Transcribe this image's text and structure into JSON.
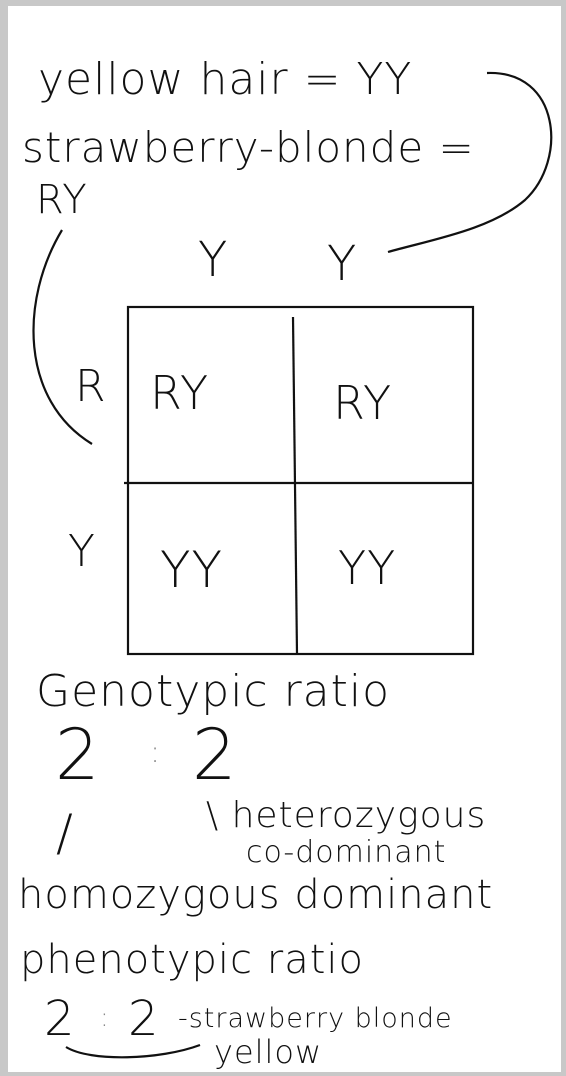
{
  "header": {
    "line1": "yellow hair = YY",
    "line2": "strawberry-blonde =",
    "line3": "RY"
  },
  "punnett": {
    "col_labels": [
      "Y",
      "Y"
    ],
    "row_labels": [
      "R",
      "Y"
    ],
    "cells": [
      [
        "RY",
        "RY"
      ],
      [
        "YY",
        "YY"
      ]
    ]
  },
  "genotypic": {
    "heading": "Genotypic ratio",
    "ratio_left": "2",
    "ratio_sep": ":",
    "ratio_right": "2",
    "label_right_1": "\\ heterozygous",
    "label_right_2": "co-dominant",
    "label_left_slash": "/",
    "label_left": "homozygous dominant"
  },
  "phenotypic": {
    "heading": "phenotypic ratio",
    "ratio_left": "2",
    "ratio_sep": ":",
    "ratio_right": "2",
    "label_1": "-strawberry blonde",
    "label_2": "yellow"
  },
  "colors": {
    "ink": "#111111",
    "paper": "#ffffff",
    "border": "#c8c8c8"
  }
}
